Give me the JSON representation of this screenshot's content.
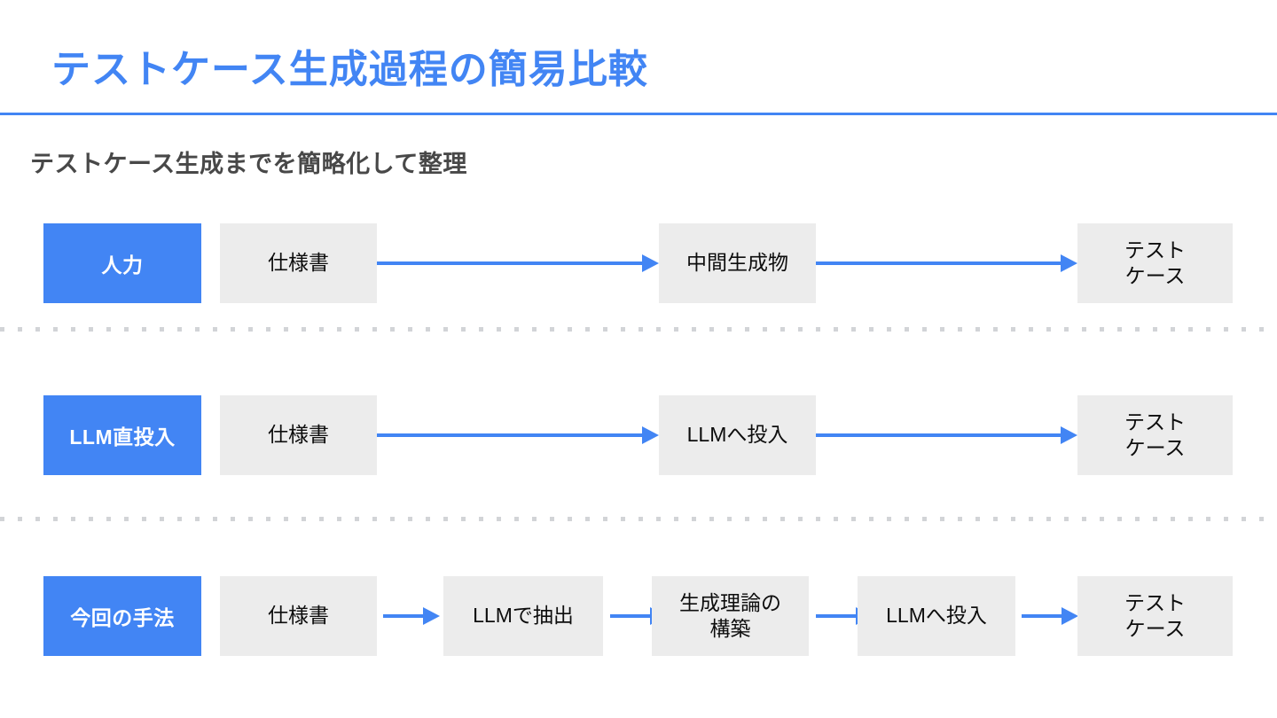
{
  "slide": {
    "title": "テストケース生成過程の簡易比較",
    "subtitle": "テストケース生成までを簡略化して整理",
    "accent_color": "#4285f4",
    "box_color": "#ececec",
    "divider_color": "#d2d4d7",
    "title_color": "#4285f4",
    "subtitle_color": "#484848"
  },
  "rows": [
    {
      "label": "人力",
      "steps": [
        {
          "text": "仕様書"
        },
        {
          "text": "中間生成物"
        },
        {
          "text": "テスト\nケース"
        }
      ]
    },
    {
      "label": "LLM直投入",
      "steps": [
        {
          "text": "仕様書"
        },
        {
          "text": "LLMへ投入"
        },
        {
          "text": "テスト\nケース"
        }
      ]
    },
    {
      "label": "今回の手法",
      "steps": [
        {
          "text": "仕様書"
        },
        {
          "text": "LLMで抽出"
        },
        {
          "text": "生成理論の\n構築"
        },
        {
          "text": "LLMへ投入"
        },
        {
          "text": "テスト\nケース"
        }
      ]
    }
  ]
}
